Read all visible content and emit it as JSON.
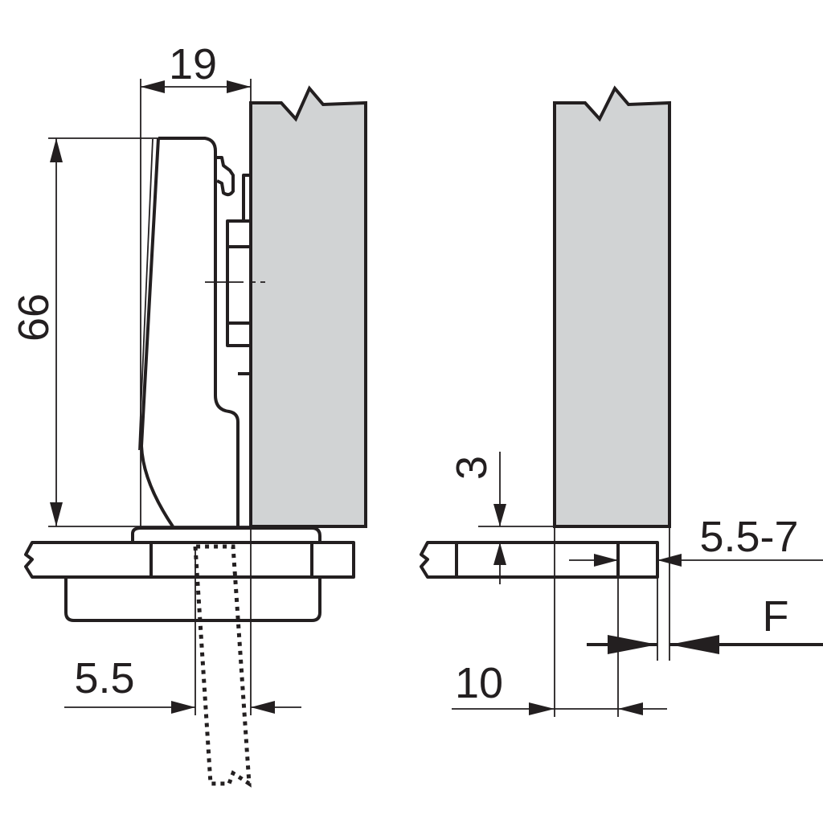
{
  "title": "Concealed hinge mounting dimensions",
  "dimensions": {
    "overlay_width": "19",
    "cup_height": "66",
    "drill_offset": "5.5",
    "plate_offset": "3",
    "edge_distance": "5.5-7",
    "overlay_f": "F",
    "line_distance": "10"
  },
  "colors": {
    "panel": "#d1d3d4",
    "line": "#231f20"
  }
}
